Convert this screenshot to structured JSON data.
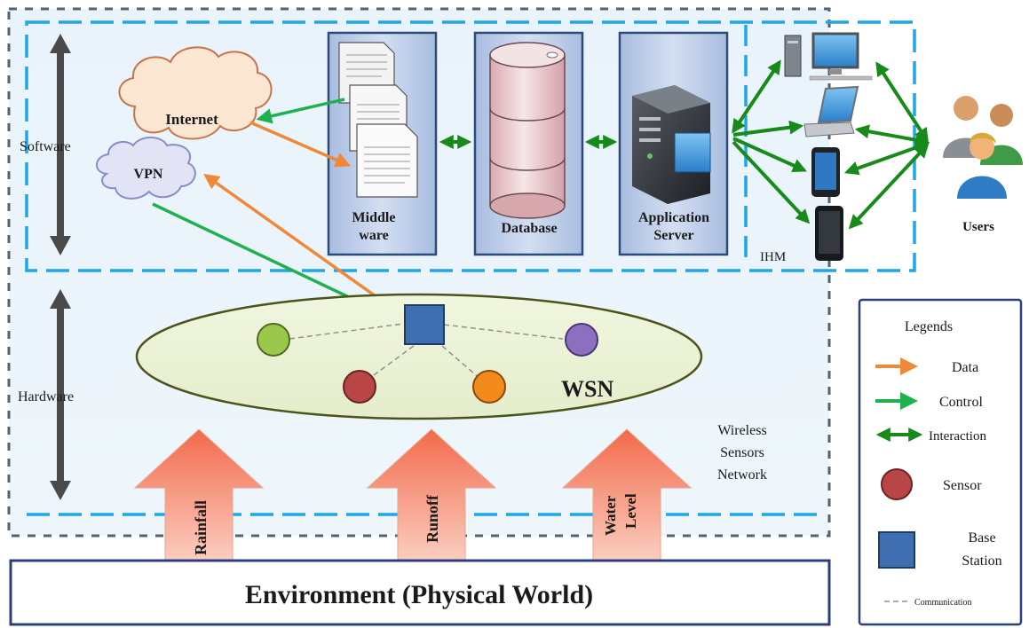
{
  "layers": {
    "software": "Software",
    "hardware": "Hardware",
    "ihm": "IHM"
  },
  "cloud": {
    "internet": "Internet",
    "vpn": "VPN"
  },
  "components": {
    "middleware_line1": "Middle",
    "middleware_line2": "ware",
    "database": "Database",
    "app_server_line1": "Application",
    "app_server_line2": "Server"
  },
  "users": "Users",
  "wsn": {
    "label": "WSN",
    "desc_line1": "Wireless",
    "desc_line2": "Sensors",
    "desc_line3": "Network"
  },
  "inputs": {
    "rainfall": "Rainfall",
    "runoff": "Runoff",
    "water_line1": "Water",
    "water_line2": "Level"
  },
  "environment": "Environment (Physical World)",
  "legend": {
    "title": "Legends",
    "data": "Data",
    "control": "Control",
    "interaction": "Interaction",
    "sensor": "Sensor",
    "base_line1": "Base",
    "base_line2": "Station",
    "communication": "Communication"
  },
  "colors": {
    "data_arrow": "#f0883a",
    "control_arrow": "#20b050",
    "interaction_arrow": "#178a1a",
    "dashed_border": "#1fa6e6",
    "base_station": "#3f6fb0",
    "sensor_green": "#9bc84b",
    "sensor_red": "#b84646",
    "sensor_orange": "#f28a1c",
    "sensor_purple": "#8d6fc0"
  }
}
